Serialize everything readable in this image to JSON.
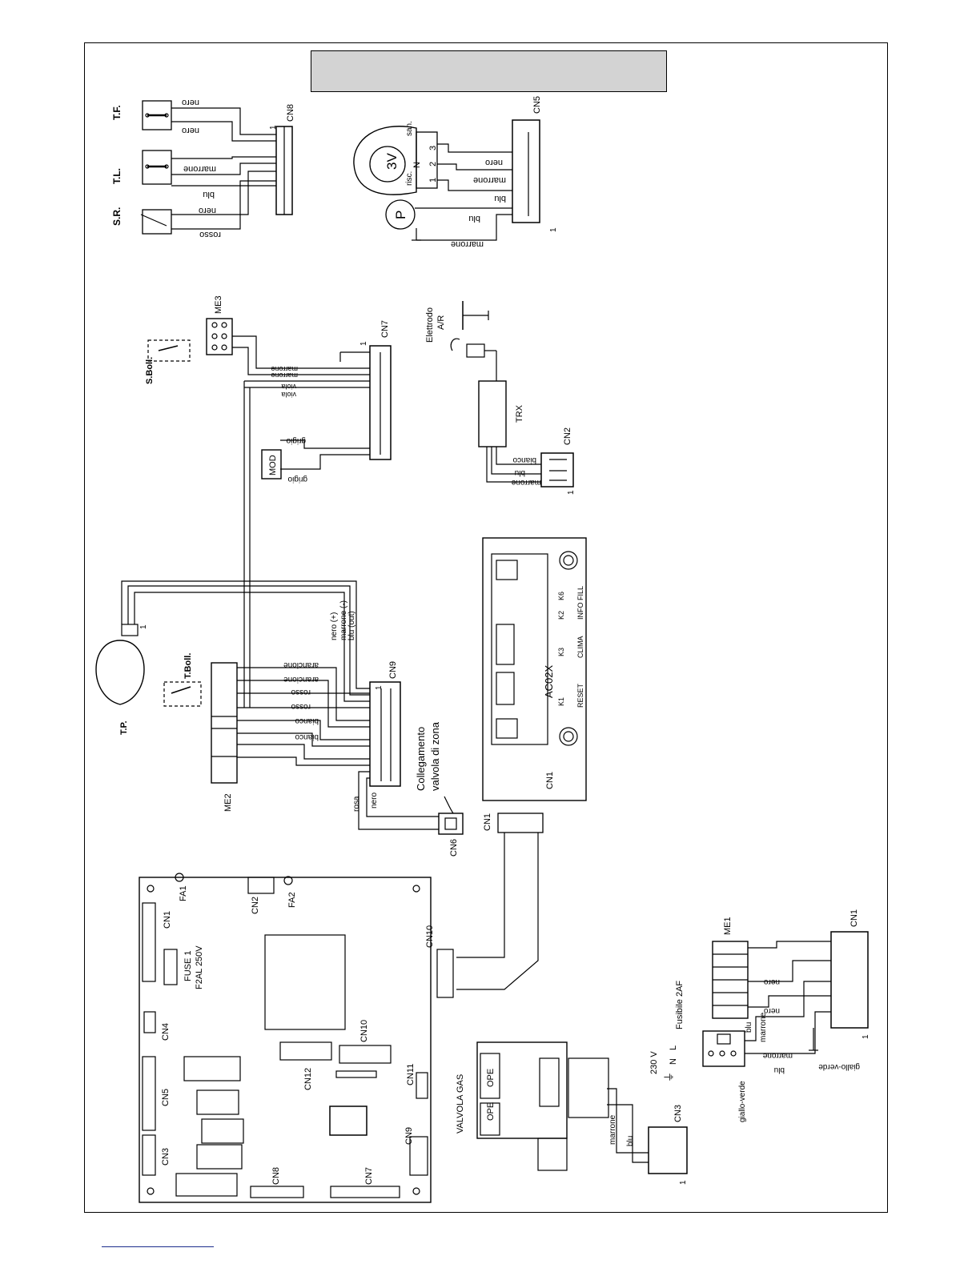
{
  "labels": {
    "tf": "T.F.",
    "tl": "T.L.",
    "sr": "S.R.",
    "cn8_top": "CN8",
    "valve_3v": "3V",
    "pump": "P",
    "cn5_top": "CN5",
    "me3": "ME3",
    "sboll": "S.Boll.",
    "cn7_top": "CN7",
    "mod": "MOD",
    "elettrodo": "Elettrodo",
    "ar": "A/R",
    "trx": "TRX",
    "cn2_top": "CN2",
    "tp": "T.P.",
    "tboll": "T.Boll.",
    "me2": "ME2",
    "cn9_top": "CN9",
    "collegamento": "Collegamento",
    "valvola_zona": "valvola di zona",
    "cn6": "CN6",
    "cn1_display": "CN1",
    "ac02x": "AC02X",
    "k1": "K1",
    "reset": "RESET",
    "k3": "K3",
    "clima": "CLIMA",
    "k2": "K2",
    "info": "INFO",
    "k6": "K6",
    "fill": "FILL",
    "cn1_board_top": "CN1",
    "fa1": "FA1",
    "fa2": "FA2",
    "cn2_board": "CN2",
    "cn1_board_left": "CN1",
    "fuse1": "FUSE 1",
    "f2al": "F2AL 250V",
    "cn10_board": "CN10",
    "cn10_main": "CN10",
    "cn4": "CN4",
    "cn12": "CN12",
    "cn11": "CN11",
    "cn5_board": "CN5",
    "cn9_board": "CN9",
    "cn3_board": "CN3",
    "cn8_board": "CN8",
    "cn7_board": "CN7",
    "valvola_gas": "VALVOLA GAS",
    "ope1": "OPE",
    "ope2": "OPE",
    "cn3_gas": "CN3",
    "me1": "ME1",
    "cn1_power": "CN1",
    "fusibile": "Fusibile 2AF",
    "v230": "230 V",
    "l": "L",
    "n": "N",
    "ground": "⏚",
    "one": "1"
  },
  "wires": {
    "nero": "nero",
    "marrone": "marrone",
    "blu": "blu",
    "rosso": "rosso",
    "viola": "viola",
    "grigio": "grigio",
    "bianco": "bianco",
    "arancione": "arancione",
    "rosa": "rosa",
    "giallo_verde": "giallo-verde",
    "nero_plus": "nero (+)",
    "marrone_minus": "marrone (-)",
    "blu_out": "blu (out)",
    "san": "san.",
    "risc": "risc.",
    "n": "N",
    "pin1": "1",
    "pin2": "2",
    "pin3": "3"
  },
  "colors": {
    "ink": "#000000",
    "title_fill": "#d3d3d3",
    "footer_rule": "#1c2c8c"
  }
}
